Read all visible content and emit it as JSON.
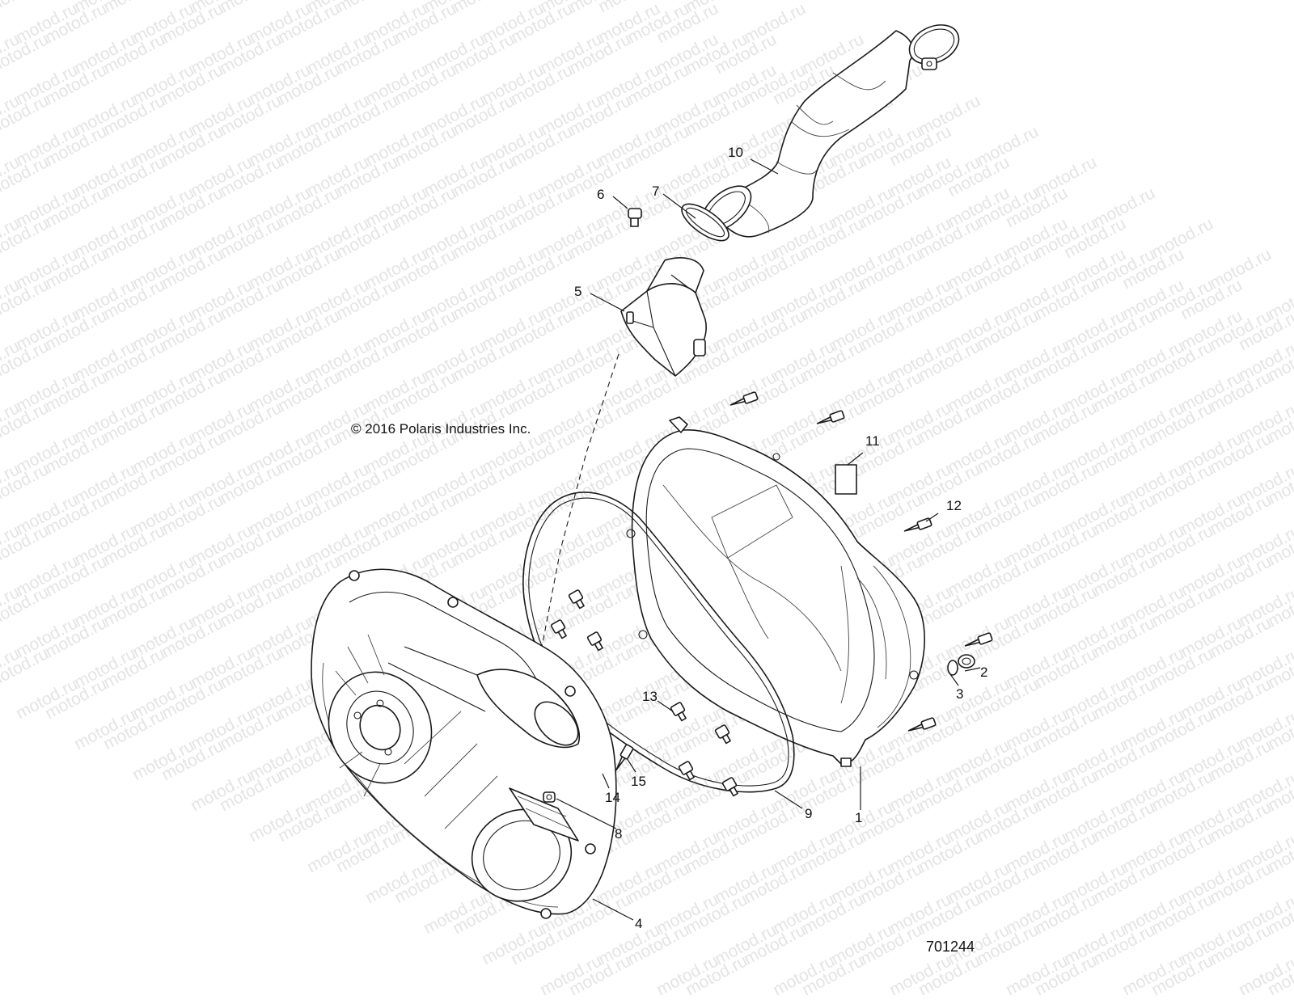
{
  "watermark": {
    "text": "motod.ru"
  },
  "copyright": "© 2016 Polaris Industries Inc.",
  "drawing_id": "701244",
  "callouts": [
    {
      "id": "1",
      "label": "1"
    },
    {
      "id": "2",
      "label": "2"
    },
    {
      "id": "3",
      "label": "3"
    },
    {
      "id": "4",
      "label": "4"
    },
    {
      "id": "5",
      "label": "5"
    },
    {
      "id": "6",
      "label": "6"
    },
    {
      "id": "7",
      "label": "7"
    },
    {
      "id": "8",
      "label": "8"
    },
    {
      "id": "9",
      "label": "9"
    },
    {
      "id": "10",
      "label": "10"
    },
    {
      "id": "11",
      "label": "11"
    },
    {
      "id": "12",
      "label": "12"
    },
    {
      "id": "13",
      "label": "13"
    },
    {
      "id": "14",
      "label": "14"
    },
    {
      "id": "15",
      "label": "15"
    }
  ]
}
